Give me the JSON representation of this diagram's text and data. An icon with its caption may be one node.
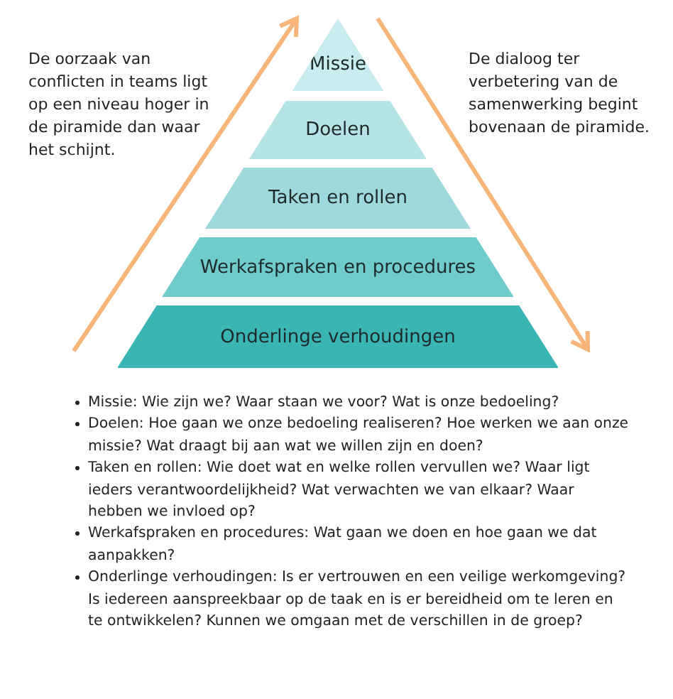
{
  "diagram": {
    "nodes": [
      {
        "text": [
          "Missie"
        ]
      },
      {
        "text": [
          "Doelen"
        ]
      },
      {
        "text": [
          "Taken en rollen"
        ]
      },
      {
        "text": [
          "Werkafspraken en procedures"
        ]
      },
      {
        "text": [
          "Onderlinge verhoudingen"
        ]
      }
    ],
    "labels": [
      "De oorzaak van conflicten in teams ligt op een niveau hoger in de piramide dan waar het schijnt.",
      "De dialoog ter verbetering van de samenwerking begint bovenaan de piramide.",
      "Missie: Wie zijn we? Waar staan we voor? Wat is onze bedoeling?",
      "Doelen: Hoe gaan we onze bedoeling realiseren? Hoe werken we aan onze missie? Wat draagt bij aan wat we willen zijn en doen?",
      "Taken en rollen: Wie doet wat en welke rollen vervullen we? Waar ligt ieders verantwoordelijkheid? Wat verwachten we van elkaar? Waar hebben we invloed op?",
      "Werkafspraken en procedures: Wat gaan we doen en hoe gaan we dat aanpakken?",
      "Onderlinge verhoudingen: Is er vertrouwen en een veilige werkomgeving? Is iedereen aanspreekbaar op de taak en is er bereidheid om te leren en te ontwikkelen? Kunnen we omgaan met de verschillen in de groep?"
    ]
  }
}
